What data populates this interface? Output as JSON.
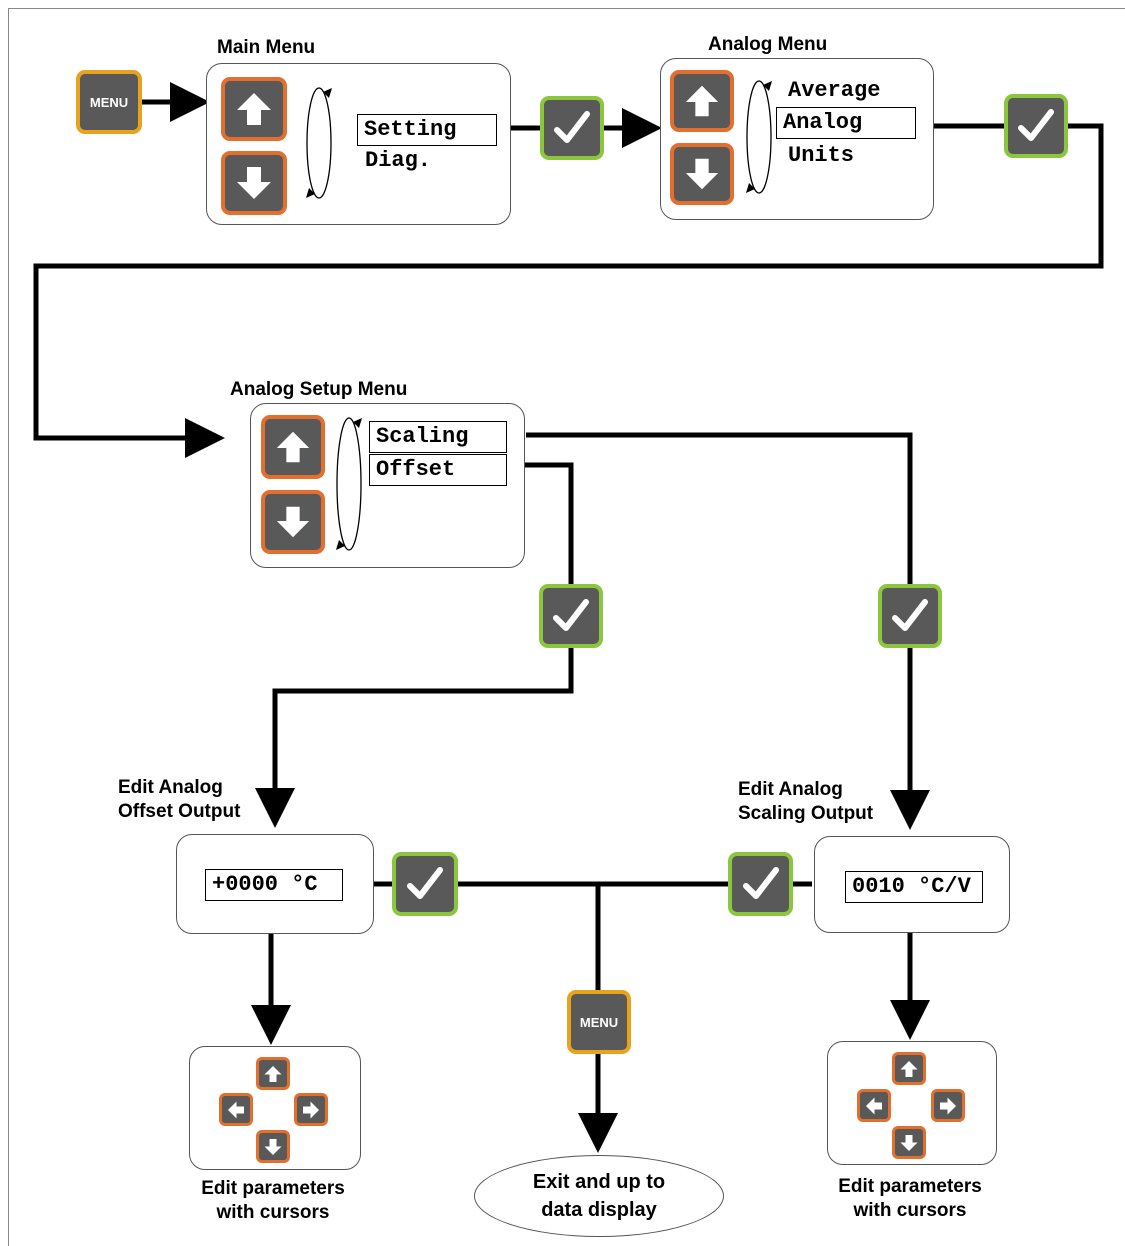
{
  "main_menu": {
    "title": "Main Menu",
    "items": [
      "Setting",
      "Diag."
    ]
  },
  "analog_menu": {
    "title": "Analog Menu",
    "items": [
      "Average",
      "Analog",
      "Units"
    ]
  },
  "analog_setup_menu": {
    "title": "Analog Setup Menu",
    "items": [
      "Scaling",
      "Offset"
    ]
  },
  "offset_output": {
    "title_line1": "Edit Analog",
    "title_line2": "Offset Output",
    "display": "+0000 °C"
  },
  "scaling_output": {
    "title_line1": "Edit Analog",
    "title_line2": "Scaling Output",
    "display": "0010 °C/V"
  },
  "keys": {
    "menu_label": "MENU"
  },
  "edit_note": {
    "line1": "Edit parameters",
    "line2": "with cursors"
  },
  "exit_node": {
    "line1": "Exit and up to",
    "line2": "data display"
  },
  "colors": {
    "arrow_key_border": "#e36f2f",
    "check_key_border": "#8cc63f",
    "menu_key_border": "#e8a31e",
    "key_fill": "#595959"
  },
  "icons": {
    "up": "up-arrow-icon",
    "down": "down-arrow-icon",
    "left": "left-arrow-icon",
    "right": "right-arrow-icon",
    "check": "check-icon",
    "cycle": "cycle-icon"
  }
}
